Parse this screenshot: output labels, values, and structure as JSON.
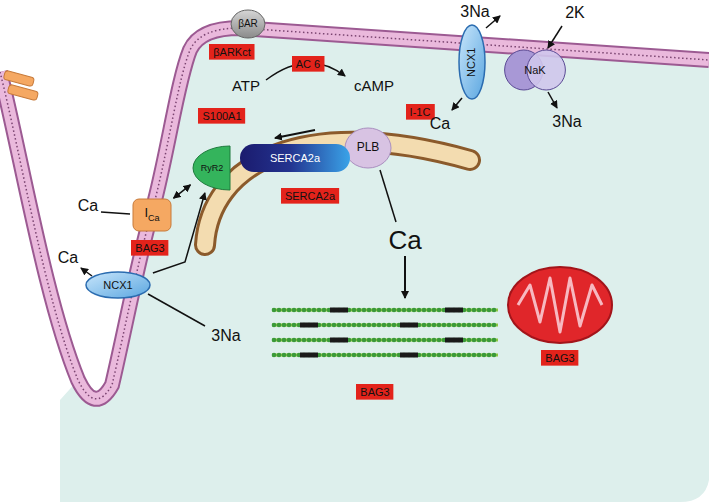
{
  "diagram": {
    "nodes": [
      {
        "text": [
          "βAR"
        ]
      },
      {
        "text": [
          "βARKct"
        ]
      },
      {
        "text": [
          "AC 6"
        ]
      },
      {
        "text": [
          "NCX1"
        ]
      },
      {
        "text": [
          "NaK"
        ]
      },
      {
        "text": [
          "S100A1"
        ]
      },
      {
        "text": [
          "I-1C"
        ]
      },
      {
        "text": [
          "RyR2"
        ]
      },
      {
        "text": [
          "SERCA2a"
        ]
      },
      {
        "text": [
          "PLB"
        ]
      },
      {
        "text": [
          "I",
          "Ca"
        ]
      },
      {
        "text": [
          "SERCA2a"
        ]
      },
      {
        "text": [
          "BAG3"
        ]
      },
      {
        "text": [
          "NCX1"
        ]
      },
      {
        "text": [
          "BAG3"
        ]
      },
      {
        "text": [
          "BAG3"
        ]
      }
    ],
    "edges": [
      {
        "from": 10,
        "to": 7,
        "arrow": "both"
      },
      {
        "from": 13,
        "to": 7,
        "arrow": "to"
      }
    ],
    "labels": [
      "3Na",
      "2K",
      "Ca",
      "3Na",
      "ATP",
      "cAMP",
      "Ca",
      "Ca",
      "3Na",
      "Ca"
    ]
  }
}
